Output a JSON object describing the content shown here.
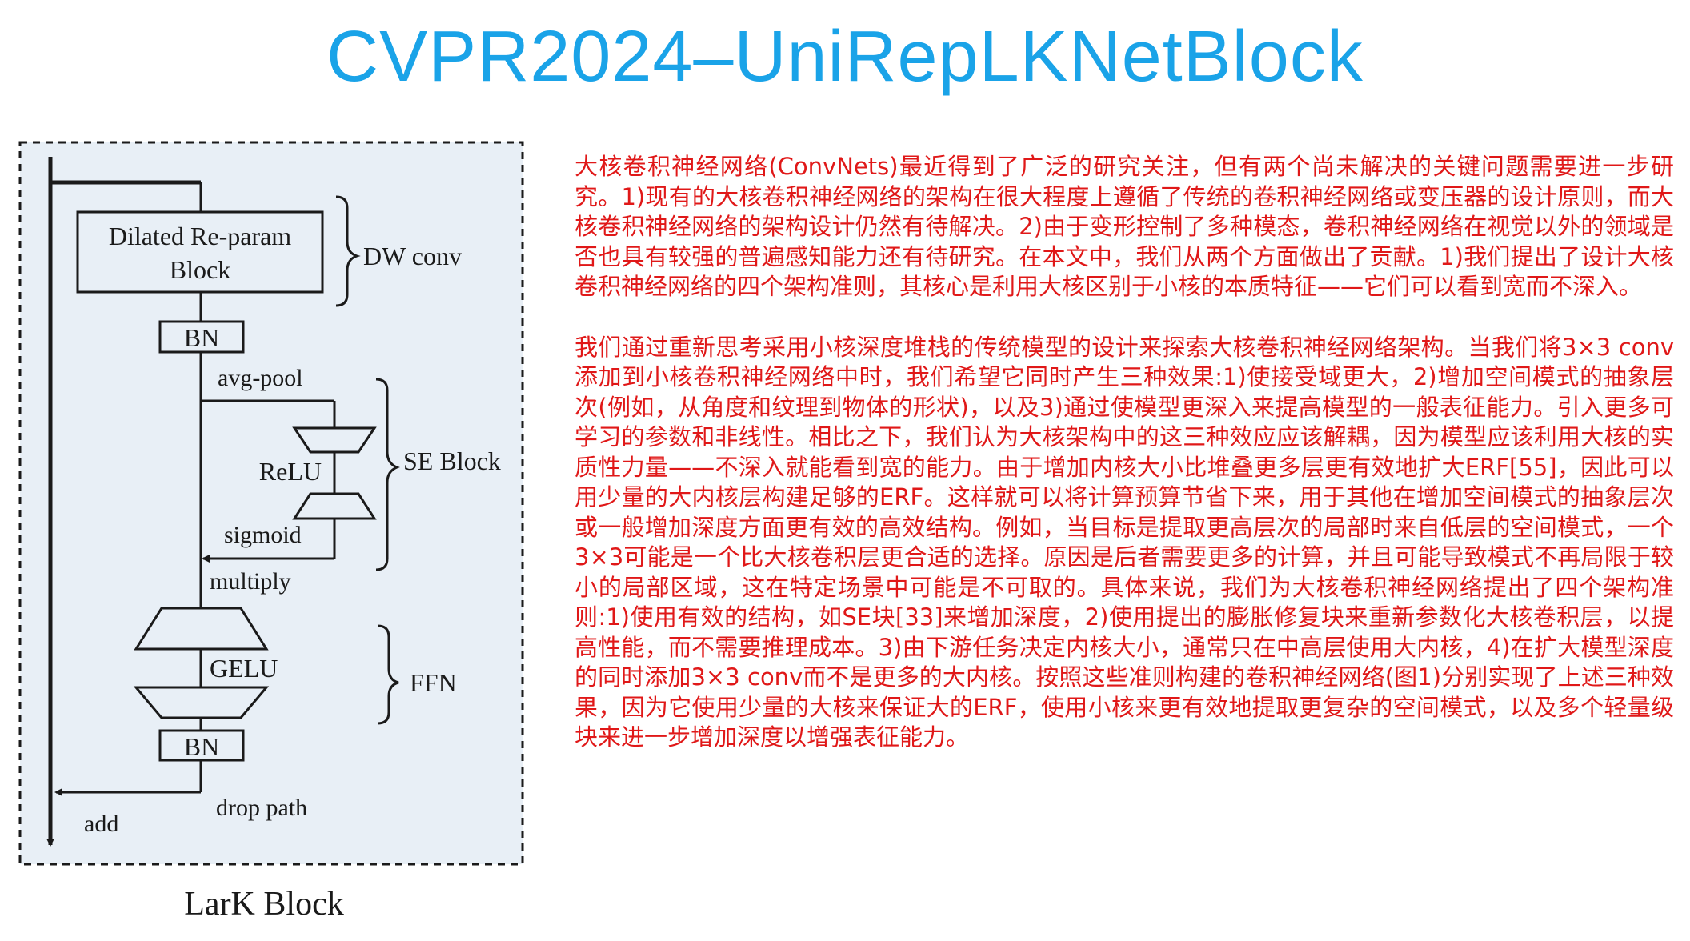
{
  "title": "CVPR2024–UniRepLKNetBlock",
  "diagram": {
    "caption": "LarK Block",
    "dilated_block_line1": "Dilated Re-param",
    "dilated_block_line2": "Block",
    "dw_conv": "DW conv",
    "bn_top": "BN",
    "avg_pool": "avg-pool",
    "relu": "ReLU",
    "se_block": "SE Block",
    "sigmoid": "sigmoid",
    "multiply": "multiply",
    "gelu": "GELU",
    "ffn": "FFN",
    "bn_bottom": "BN",
    "add": "add",
    "drop_path": "drop path",
    "colors": {
      "panel_bg": "#e8eff6",
      "line": "#1a1a1a",
      "title": "#1aa3e8",
      "body_text": "#e01818"
    }
  },
  "text": {
    "paragraph1": "大核卷积神经网络(ConvNets)最近得到了广泛的研究关注，但有两个尚未解决的关键问题需要进一步研究。1)现有的大核卷积神经网络的架构在很大程度上遵循了传统的卷积神经网络或变压器的设计原则，而大核卷积神经网络的架构设计仍然有待解决。2)由于变形控制了多种模态，卷积神经网络在视觉以外的领域是否也具有较强的普遍感知能力还有待研究。在本文中，我们从两个方面做出了贡献。1)我们提出了设计大核卷积神经网络的四个架构准则，其核心是利用大核区别于小核的本质特征——它们可以看到宽而不深入。",
    "paragraph2": "我们通过重新思考采用小核深度堆栈的传统模型的设计来探索大核卷积神经网络架构。当我们将3×3 conv添加到小核卷积神经网络中时，我们希望它同时产生三种效果:1)使接受域更大，2)增加空间模式的抽象层次(例如，从角度和纹理到物体的形状)，以及3)通过使模型更深入来提高模型的一般表征能力。引入更多可学习的参数和非线性。相比之下，我们认为大核架构中的这三种效应应该解耦，因为模型应该利用大核的实质性力量——不深入就能看到宽的能力。由于增加内核大小比堆叠更多层更有效地扩大ERF[55]，因此可以用少量的大内核层构建足够的ERF。这样就可以将计算预算节省下来，用于其他在增加空间模式的抽象层次或一般增加深度方面更有效的高效结构。例如，当目标是提取更高层次的局部时来自低层的空间模式，一个3×3可能是一个比大核卷积层更合适的选择。原因是后者需要更多的计算，并且可能导致模式不再局限于较小的局部区域，这在特定场景中可能是不可取的。具体来说，我们为大核卷积神经网络提出了四个架构准则:1)使用有效的结构，如SE块[33]来增加深度，2)使用提出的膨胀修复块来重新参数化大核卷积层，以提高性能，而不需要推理成本。3)由下游任务决定内核大小，通常只在中高层使用大内核，4)在扩大模型深度的同时添加3×3 conv而不是更多的大内核。按照这些准则构建的卷积神经网络(图1)分别实现了上述三种效果，因为它使用少量的大核来保证大的ERF，使用小核来更有效地提取更复杂的空间模式，以及多个轻量级块来进一步增加深度以增强表征能力。"
  }
}
